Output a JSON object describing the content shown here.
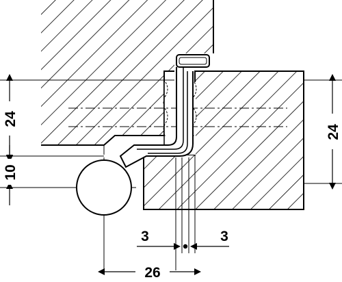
{
  "dimensions": {
    "left_upper": "24",
    "left_lower": "10",
    "right": "24",
    "bottom_left_gap": "3",
    "bottom_right_gap": "3",
    "bottom_overall": "26"
  },
  "colors": {
    "line": "#000000",
    "background": "#ffffff",
    "hinge_fill": "#ffffff"
  }
}
